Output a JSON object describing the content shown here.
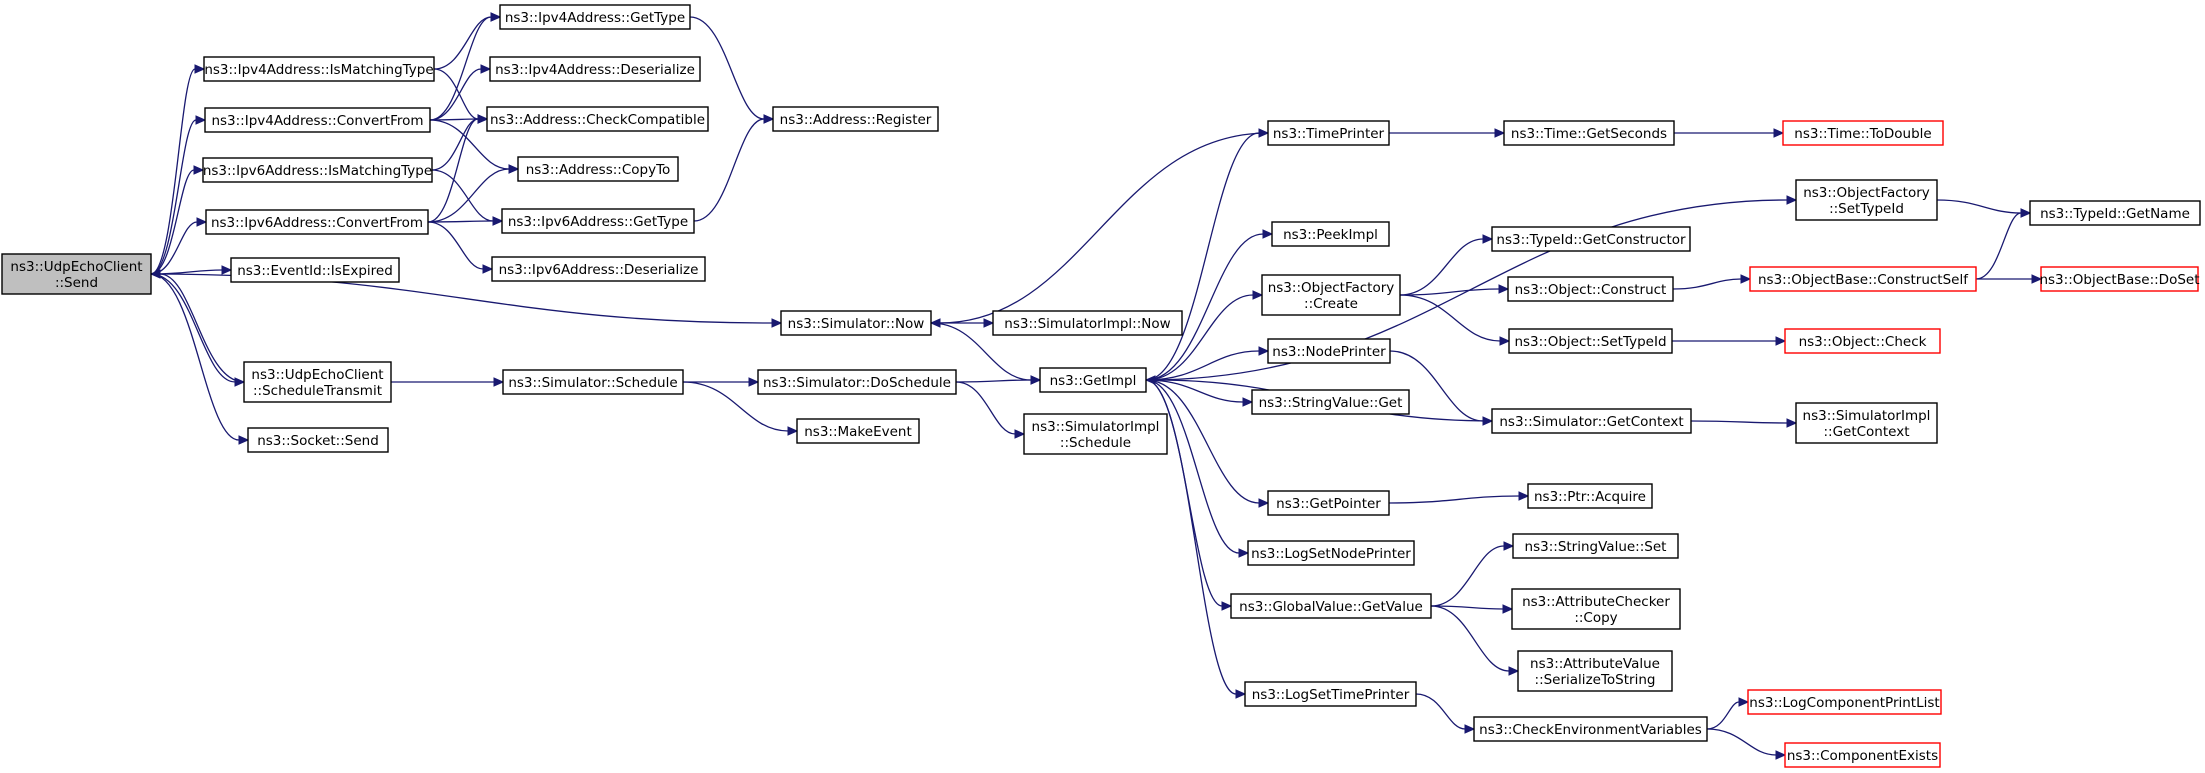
{
  "colors": {
    "edge": "#191970",
    "node_border": "#000000",
    "node_border_external": "#ff0000",
    "root_fill": "#bfbfbf",
    "node_fill": "#ffffff"
  },
  "nodes": [
    {
      "id": "n0",
      "lines": [
        "ns3::UdpEchoClient",
        "::Send"
      ],
      "root": true
    },
    {
      "id": "n1",
      "lines": [
        "ns3::Ipv4Address::IsMatchingType"
      ]
    },
    {
      "id": "n2",
      "lines": [
        "ns3::Ipv4Address::GetType"
      ]
    },
    {
      "id": "n3",
      "lines": [
        "ns3::Address::CheckCompatible"
      ]
    },
    {
      "id": "n4",
      "lines": [
        "ns3::Address::Register"
      ]
    },
    {
      "id": "n5",
      "lines": [
        "ns3::Ipv4Address::ConvertFrom"
      ]
    },
    {
      "id": "n6",
      "lines": [
        "ns3::Ipv4Address::Deserialize"
      ]
    },
    {
      "id": "n7",
      "lines": [
        "ns3::Address::CopyTo"
      ]
    },
    {
      "id": "n8",
      "lines": [
        "ns3::Ipv6Address::IsMatchingType"
      ]
    },
    {
      "id": "n9",
      "lines": [
        "ns3::Ipv6Address::GetType"
      ]
    },
    {
      "id": "n10",
      "lines": [
        "ns3::Ipv6Address::ConvertFrom"
      ]
    },
    {
      "id": "n11",
      "lines": [
        "ns3::Ipv6Address::Deserialize"
      ]
    },
    {
      "id": "n12",
      "lines": [
        "ns3::EventId::IsExpired"
      ]
    },
    {
      "id": "n13",
      "lines": [
        "ns3::Simulator::Now"
      ]
    },
    {
      "id": "n14",
      "lines": [
        "ns3::SimulatorImpl::Now"
      ]
    },
    {
      "id": "n15",
      "lines": [
        "ns3::GetImpl"
      ]
    },
    {
      "id": "n16",
      "lines": [
        "ns3::UdpEchoClient",
        "::ScheduleTransmit"
      ]
    },
    {
      "id": "n17",
      "lines": [
        "ns3::Simulator::Schedule"
      ]
    },
    {
      "id": "n18",
      "lines": [
        "ns3::Simulator::DoSchedule"
      ]
    },
    {
      "id": "n19",
      "lines": [
        "ns3::MakeEvent"
      ]
    },
    {
      "id": "n20",
      "lines": [
        "ns3::SimulatorImpl",
        "::Schedule"
      ]
    },
    {
      "id": "n21",
      "lines": [
        "ns3::Socket::Send"
      ]
    },
    {
      "id": "n22",
      "lines": [
        "ns3::TimePrinter"
      ]
    },
    {
      "id": "n23",
      "lines": [
        "ns3::Time::GetSeconds"
      ]
    },
    {
      "id": "n24",
      "lines": [
        "ns3::Time::ToDouble"
      ],
      "external": true
    },
    {
      "id": "n25",
      "lines": [
        "ns3::ObjectFactory",
        "::SetTypeId"
      ]
    },
    {
      "id": "n26",
      "lines": [
        "ns3::TypeId::GetName"
      ]
    },
    {
      "id": "n27",
      "lines": [
        "ns3::PeekImpl"
      ]
    },
    {
      "id": "n28",
      "lines": [
        "ns3::TypeId::GetConstructor"
      ]
    },
    {
      "id": "n29",
      "lines": [
        "ns3::ObjectFactory",
        "::Create"
      ]
    },
    {
      "id": "n30",
      "lines": [
        "ns3::Object::Construct"
      ]
    },
    {
      "id": "n31",
      "lines": [
        "ns3::ObjectBase::ConstructSelf"
      ],
      "external": true
    },
    {
      "id": "n32",
      "lines": [
        "ns3::ObjectBase::DoSet"
      ],
      "external": true
    },
    {
      "id": "n33",
      "lines": [
        "ns3::Object::SetTypeId"
      ]
    },
    {
      "id": "n34",
      "lines": [
        "ns3::Object::Check"
      ],
      "external": true
    },
    {
      "id": "n35",
      "lines": [
        "ns3::NodePrinter"
      ]
    },
    {
      "id": "n36",
      "lines": [
        "ns3::StringValue::Get"
      ]
    },
    {
      "id": "n37",
      "lines": [
        "ns3::Simulator::GetContext"
      ]
    },
    {
      "id": "n38",
      "lines": [
        "ns3::SimulatorImpl",
        "::GetContext"
      ]
    },
    {
      "id": "n39",
      "lines": [
        "ns3::GetPointer"
      ]
    },
    {
      "id": "n40",
      "lines": [
        "ns3::Ptr::Acquire"
      ]
    },
    {
      "id": "n41",
      "lines": [
        "ns3::LogSetNodePrinter"
      ]
    },
    {
      "id": "n42",
      "lines": [
        "ns3::StringValue::Set"
      ]
    },
    {
      "id": "n43",
      "lines": [
        "ns3::GlobalValue::GetValue"
      ]
    },
    {
      "id": "n44",
      "lines": [
        "ns3::AttributeChecker",
        "::Copy"
      ]
    },
    {
      "id": "n45",
      "lines": [
        "ns3::AttributeValue",
        "::SerializeToString"
      ]
    },
    {
      "id": "n46",
      "lines": [
        "ns3::LogSetTimePrinter"
      ]
    },
    {
      "id": "n47",
      "lines": [
        "ns3::CheckEnvironmentVariables"
      ]
    },
    {
      "id": "n48",
      "lines": [
        "ns3::LogComponentPrintList"
      ],
      "external": true
    },
    {
      "id": "n49",
      "lines": [
        "ns3::ComponentExists"
      ],
      "external": true
    }
  ],
  "edges": [
    [
      "n0",
      "n1"
    ],
    [
      "n0",
      "n5"
    ],
    [
      "n0",
      "n8"
    ],
    [
      "n0",
      "n10"
    ],
    [
      "n0",
      "n12"
    ],
    [
      "n0",
      "n13"
    ],
    [
      "n0",
      "n16"
    ],
    [
      "n0",
      "n21"
    ],
    [
      "n1",
      "n2"
    ],
    [
      "n1",
      "n3"
    ],
    [
      "n2",
      "n4"
    ],
    [
      "n5",
      "n2"
    ],
    [
      "n5",
      "n3"
    ],
    [
      "n5",
      "n6"
    ],
    [
      "n5",
      "n7"
    ],
    [
      "n8",
      "n9"
    ],
    [
      "n8",
      "n3"
    ],
    [
      "n9",
      "n4"
    ],
    [
      "n10",
      "n3"
    ],
    [
      "n10",
      "n7"
    ],
    [
      "n10",
      "n9"
    ],
    [
      "n10",
      "n11"
    ],
    [
      "n13",
      "n14"
    ],
    [
      "n13",
      "n15"
    ],
    [
      "n16",
      "n0"
    ],
    [
      "n16",
      "n17"
    ],
    [
      "n17",
      "n18"
    ],
    [
      "n17",
      "n19"
    ],
    [
      "n18",
      "n15"
    ],
    [
      "n18",
      "n20"
    ],
    [
      "n15",
      "n22"
    ],
    [
      "n15",
      "n25"
    ],
    [
      "n15",
      "n27"
    ],
    [
      "n15",
      "n29"
    ],
    [
      "n15",
      "n35"
    ],
    [
      "n15",
      "n36"
    ],
    [
      "n15",
      "n39"
    ],
    [
      "n15",
      "n41"
    ],
    [
      "n15",
      "n43"
    ],
    [
      "n15",
      "n46"
    ],
    [
      "n22",
      "n13"
    ],
    [
      "n22",
      "n23"
    ],
    [
      "n23",
      "n24"
    ],
    [
      "n25",
      "n26"
    ],
    [
      "n29",
      "n28"
    ],
    [
      "n29",
      "n30"
    ],
    [
      "n29",
      "n33"
    ],
    [
      "n30",
      "n31"
    ],
    [
      "n31",
      "n26"
    ],
    [
      "n31",
      "n32"
    ],
    [
      "n33",
      "n34"
    ],
    [
      "n35",
      "n37"
    ],
    [
      "n37",
      "n15"
    ],
    [
      "n37",
      "n38"
    ],
    [
      "n39",
      "n40"
    ],
    [
      "n43",
      "n42"
    ],
    [
      "n43",
      "n44"
    ],
    [
      "n43",
      "n45"
    ],
    [
      "n46",
      "n47"
    ],
    [
      "n47",
      "n48"
    ],
    [
      "n47",
      "n49"
    ]
  ]
}
